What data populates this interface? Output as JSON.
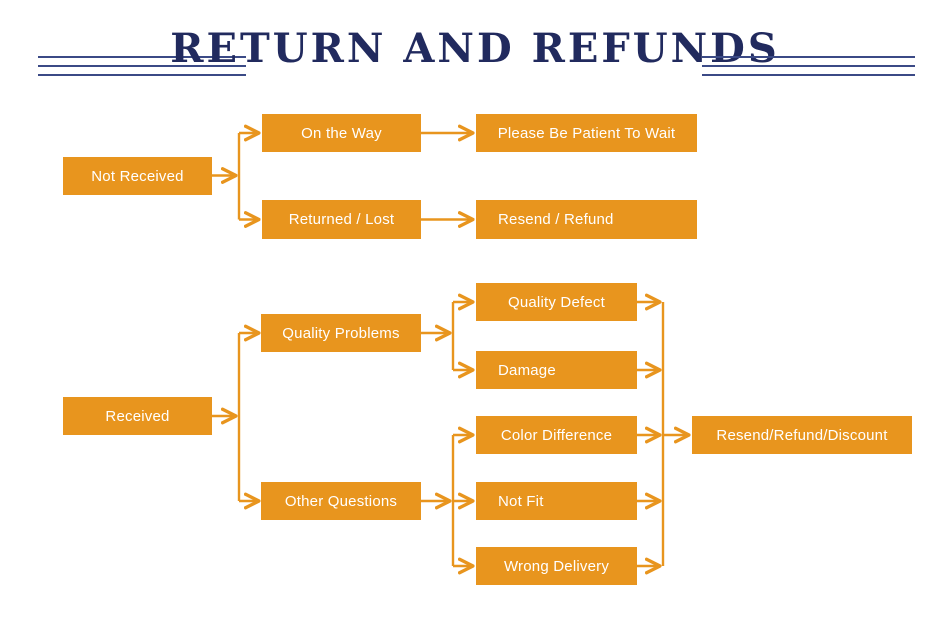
{
  "page": {
    "title": "RETURN AND REFUNDS",
    "background_color": "#ffffff"
  },
  "theme": {
    "node_fill": "#e8951e",
    "node_text": "#ffffff",
    "connector_color": "#e8951e",
    "title_color": "#212a5e",
    "rule_color": "#3b4a86"
  },
  "diagram": {
    "type": "flowchart",
    "orientation": "left-to-right",
    "sections": [
      {
        "id": "not-received",
        "root": {
          "id": "not-received",
          "label": "Not Received"
        },
        "branches": [
          {
            "id": "on-the-way",
            "label": "On the Way",
            "outcome": {
              "id": "please-be-patient-to-wait",
              "label": "Please Be Patient To Wait"
            }
          },
          {
            "id": "returned-lost",
            "label": "Returned / Lost",
            "outcome": {
              "id": "resend-refund",
              "label": "Resend / Refund"
            }
          }
        ]
      },
      {
        "id": "received",
        "root": {
          "id": "received",
          "label": "Received"
        },
        "branches": [
          {
            "id": "quality-problems",
            "label": "Quality Problems",
            "children": [
              {
                "id": "quality-defect",
                "label": "Quality Defect"
              },
              {
                "id": "damage",
                "label": "Damage"
              }
            ]
          },
          {
            "id": "other-questions",
            "label": "Other Questions",
            "children": [
              {
                "id": "color-difference",
                "label": "Color Difference"
              },
              {
                "id": "not-fit",
                "label": "Not Fit"
              },
              {
                "id": "wrong-delivery",
                "label": "Wrong Delivery"
              }
            ]
          }
        ],
        "outcome": {
          "id": "resend-refund-discount",
          "label": "Resend/Refund/Discount"
        }
      }
    ]
  }
}
